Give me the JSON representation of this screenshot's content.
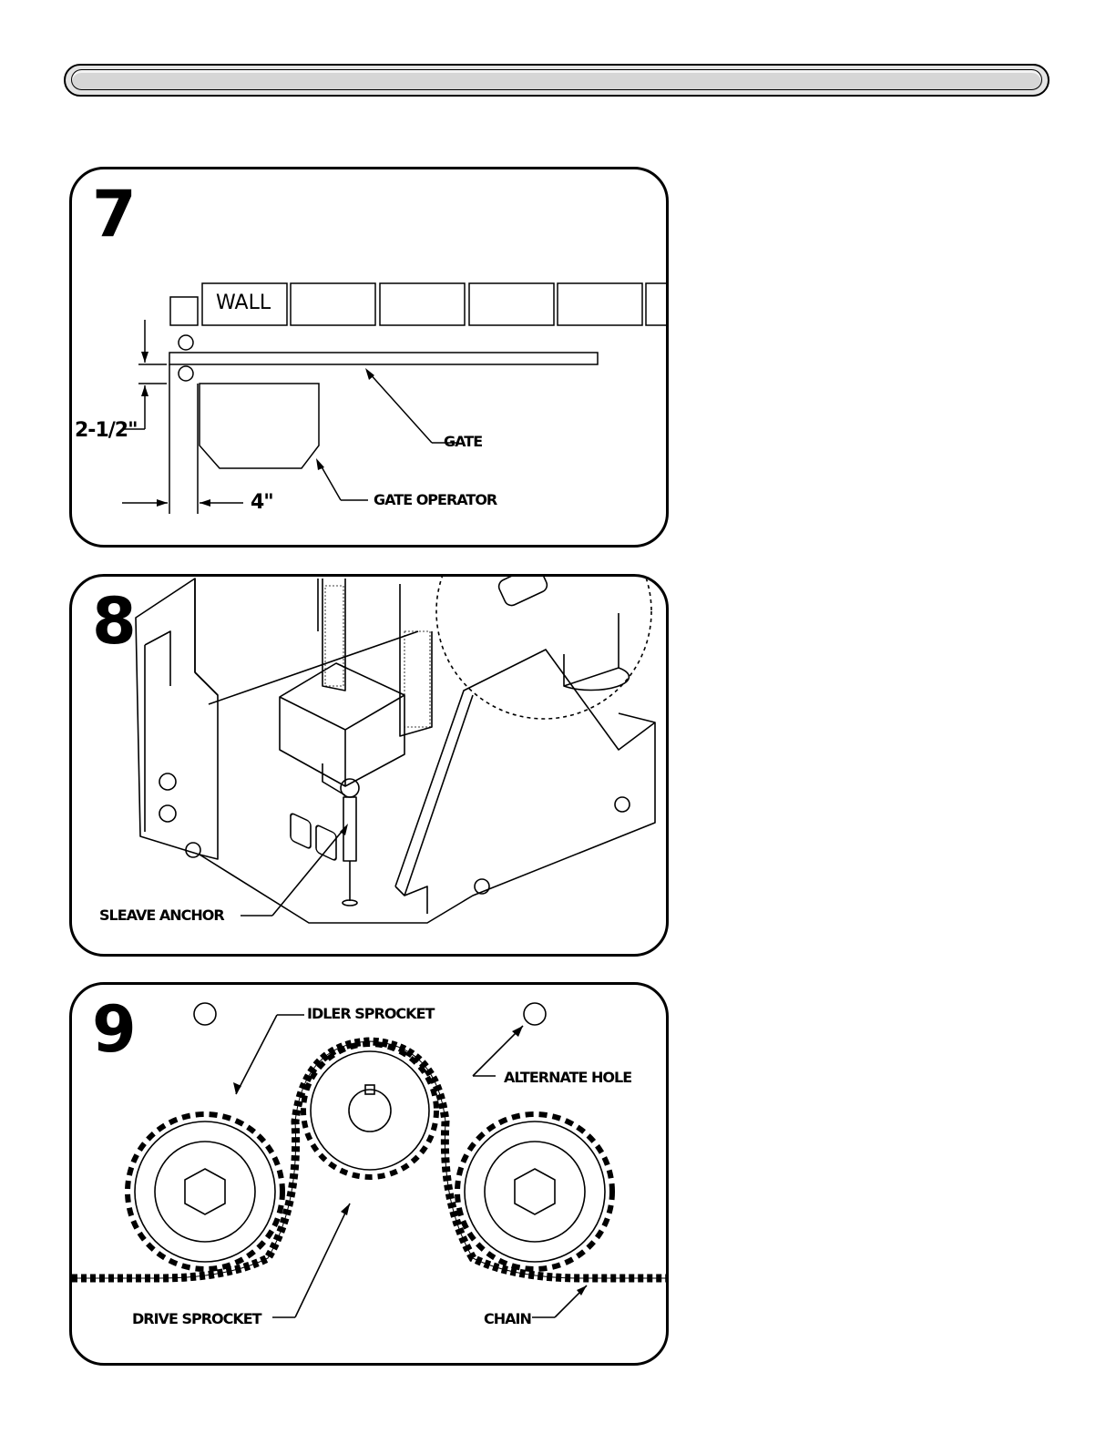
{
  "panels": [
    {
      "step": "7",
      "labels": {
        "wall": "WALL",
        "gate": "GATE",
        "gate_operator": "GATE OPERATOR",
        "dim_clearance": "2-1/2\"",
        "dim_offset": "4\""
      }
    },
    {
      "step": "8",
      "labels": {
        "sleave_anchor": "SLEAVE ANCHOR"
      }
    },
    {
      "step": "9",
      "labels": {
        "idler_sprocket": "IDLER SPROCKET",
        "alternate_hole": "ALTERNATE HOLE",
        "drive_sprocket": "DRIVE SPROCKET",
        "chain": "CHAIN"
      }
    }
  ]
}
